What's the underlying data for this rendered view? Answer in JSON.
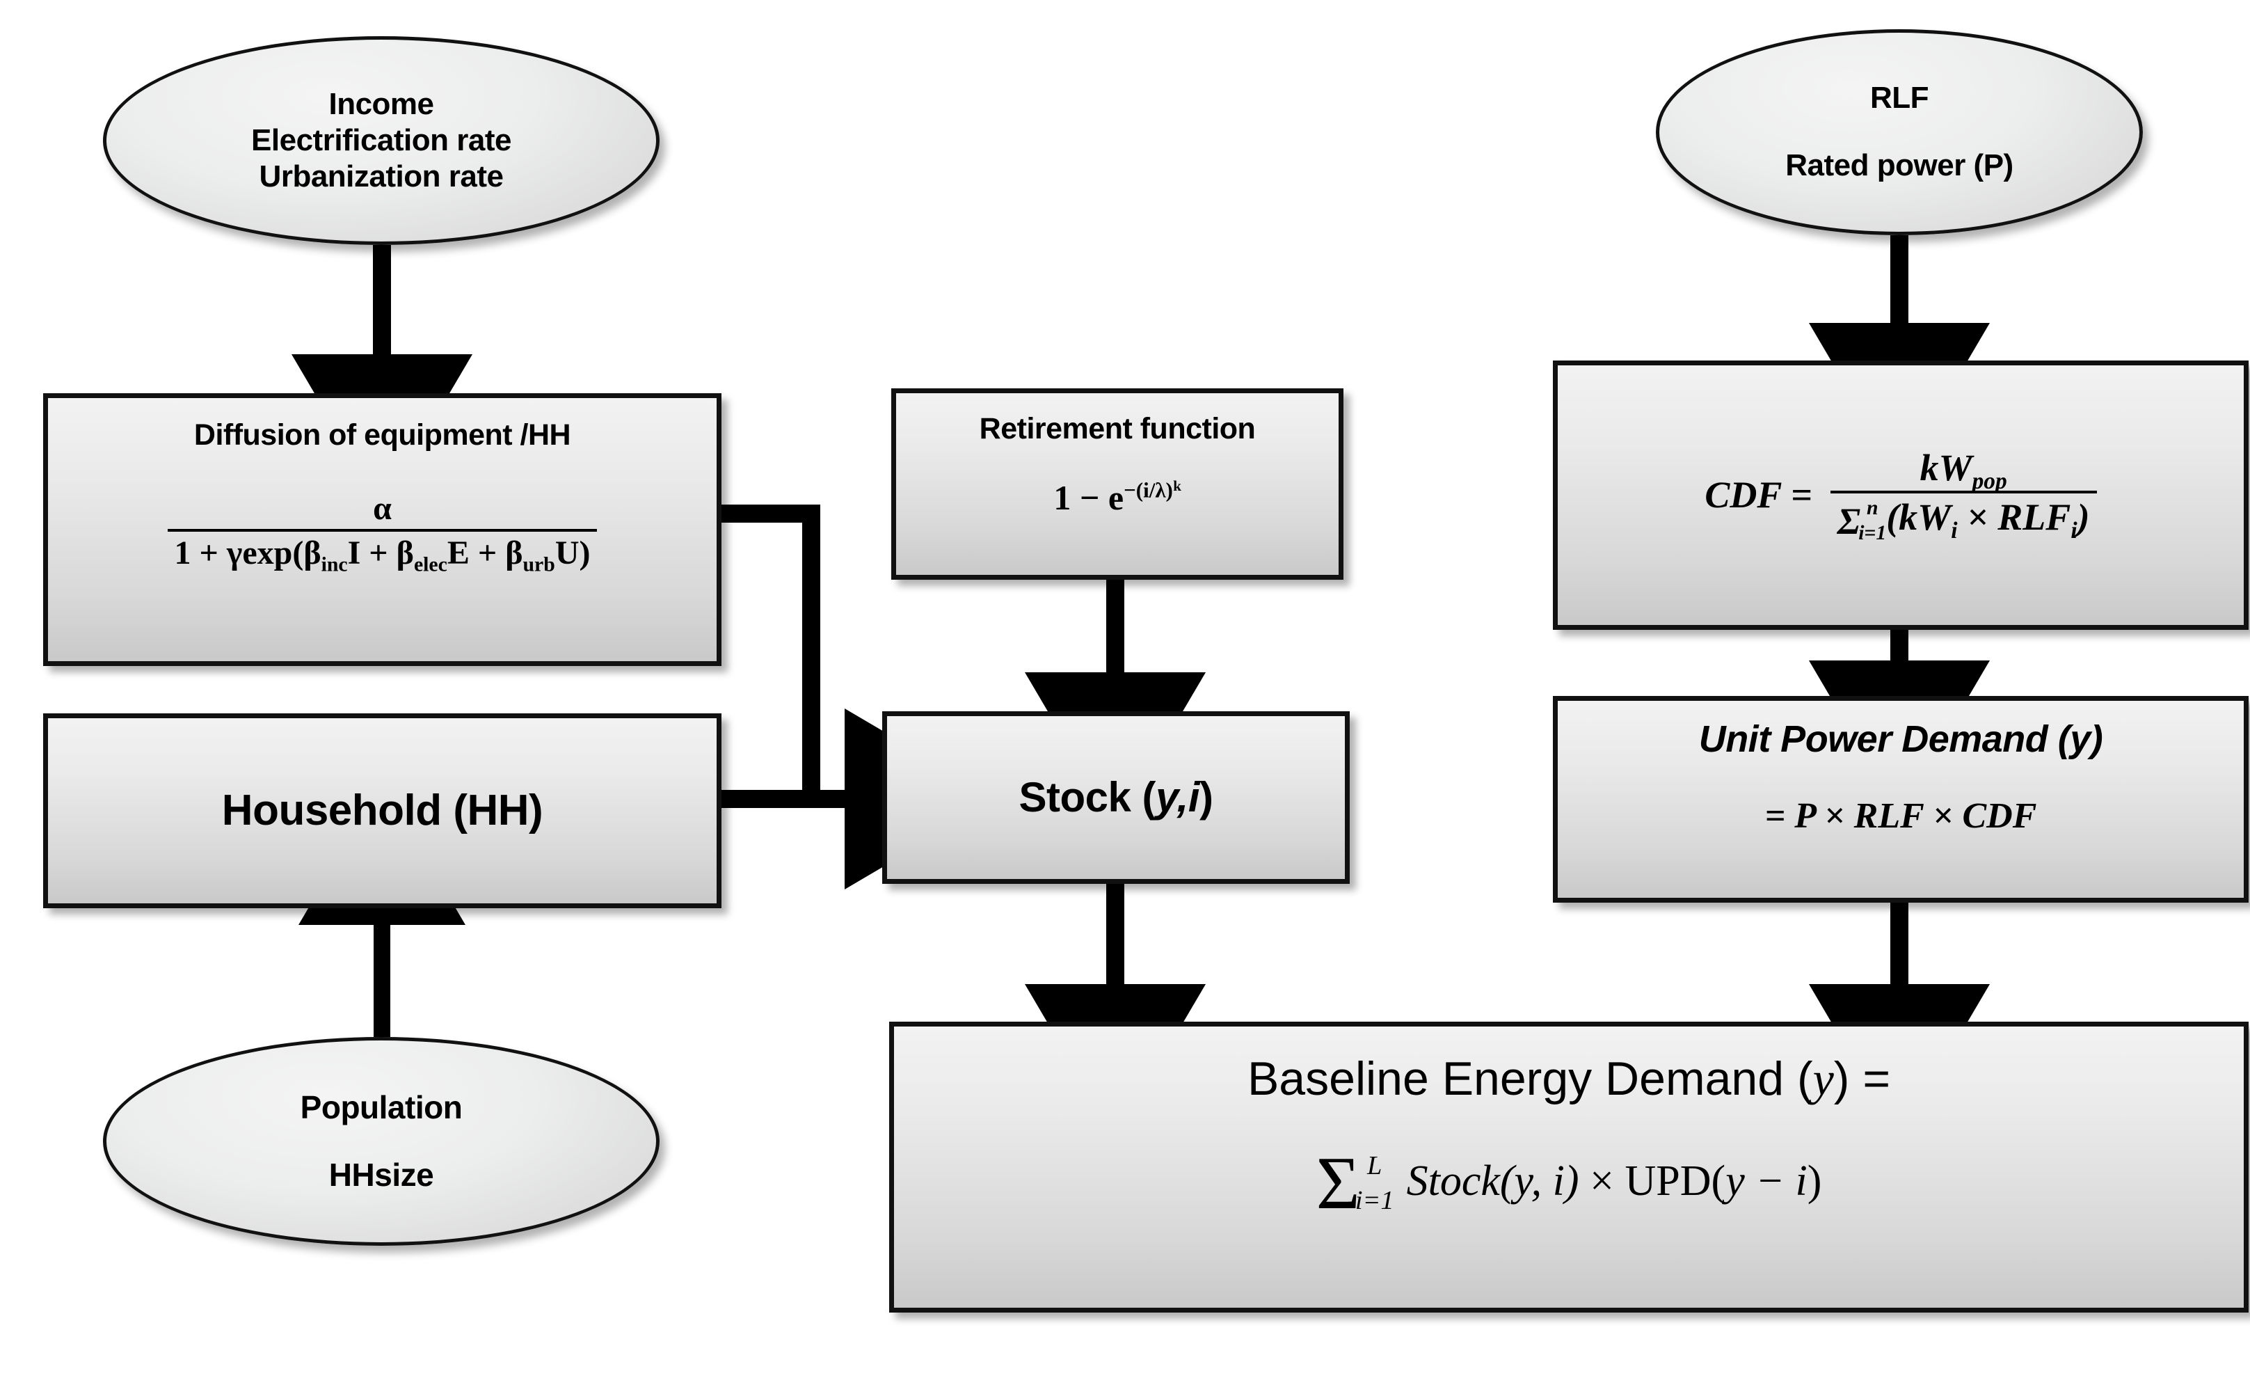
{
  "diagram": {
    "title": "Baseline energy demand model flowchart",
    "colors": {
      "node_fill_top": "#f2f2f2",
      "node_fill_bottom": "#c9c9c9",
      "node_border": "#111111",
      "arrow": "#000000",
      "background": "#ffffff"
    },
    "nodes": {
      "drivers_ellipse": {
        "shape": "ellipse",
        "lines": [
          "Income",
          "Electrification rate",
          "Urbanization rate"
        ]
      },
      "population_ellipse": {
        "shape": "ellipse",
        "lines": [
          "Population",
          "HHsize"
        ]
      },
      "rlf_ellipse": {
        "shape": "ellipse",
        "lines": [
          "RLF",
          "Rated power (P)"
        ]
      },
      "diffusion_box": {
        "shape": "box",
        "title": "Diffusion of equipment /HH",
        "formula": {
          "numerator": "α",
          "denominator_parts": [
            "1 + ",
            "γexp(",
            "β",
            "inc",
            "I + ",
            "β",
            "elec",
            "E + ",
            "β",
            "urb",
            "U)"
          ],
          "plain": "α / (1 + γexp(βinc I + βelec E + βurb U))"
        }
      },
      "household_box": {
        "shape": "box",
        "label": "Household  (HH)"
      },
      "retirement_box": {
        "shape": "box",
        "title": "Retirement function",
        "formula_parts": {
          "base": "1 − e",
          "exponent": "−(i/λ)",
          "exponent_power": "k"
        },
        "plain": "1 − e^−(i/λ)^k"
      },
      "stock_box": {
        "shape": "box",
        "label_plain": "Stock (y,i)",
        "label_prefix": "Stock (",
        "label_italic": "y,i",
        "label_suffix": ")"
      },
      "cdf_box": {
        "shape": "box",
        "lhs": "CDF =",
        "numerator_main": "kW",
        "numerator_sub": "pop",
        "denominator_sigma": "Σ",
        "denominator_sigma_upper": "n",
        "denominator_sigma_lower": "i=1",
        "denominator_body_1": "(kW",
        "denominator_body_sub_1": "i",
        "denominator_body_2": " × RLF",
        "denominator_body_sub_2": "i",
        "denominator_body_3": ")",
        "plain": "CDF = kW_pop / Σ(i=1..n)(kW_i × RLF_i)"
      },
      "upd_box": {
        "shape": "box",
        "title": "Unit Power Demand (y)",
        "formula": "= P × RLF × CDF"
      },
      "baseline_box": {
        "shape": "box",
        "title_prefix": "Baseline Energy Demand (",
        "title_italic": "y",
        "title_suffix": ") =",
        "title_plain": "Baseline Energy Demand (y) =",
        "sum_glyph": "Σ",
        "sum_upper": "L",
        "sum_lower": "i=1",
        "sum_body_italic": "Stock(y, i)",
        "sum_body_times": " × ",
        "sum_body_upd": "UPD(",
        "sum_body_upd_arg": "y − i",
        "sum_body_upd_close": ")",
        "plain": "Σ(i=1..L) Stock(y, i) × UPD(y − i)"
      }
    },
    "edges": [
      {
        "name": "drivers-to-diffusion",
        "from": "drivers_ellipse",
        "to": "diffusion_box",
        "style": "vertical-arrow"
      },
      {
        "name": "population-to-household",
        "from": "population_ellipse",
        "to": "household_box",
        "style": "vertical-arrow-up"
      },
      {
        "name": "diffusion-to-stock",
        "from": "diffusion_box",
        "to": "stock_box",
        "style": "elbow-arrow"
      },
      {
        "name": "household-to-stock",
        "from": "household_box",
        "to": "stock_box",
        "style": "horizontal-arrow"
      },
      {
        "name": "retirement-to-stock",
        "from": "retirement_box",
        "to": "stock_box",
        "style": "vertical-arrow"
      },
      {
        "name": "stock-to-baseline",
        "from": "stock_box",
        "to": "baseline_box",
        "style": "vertical-arrow"
      },
      {
        "name": "rlf-to-cdf",
        "from": "rlf_ellipse",
        "to": "cdf_box",
        "style": "vertical-arrow"
      },
      {
        "name": "cdf-to-upd",
        "from": "cdf_box",
        "to": "upd_box",
        "style": "vertical-arrow"
      },
      {
        "name": "upd-to-baseline",
        "from": "upd_box",
        "to": "baseline_box",
        "style": "vertical-arrow"
      }
    ]
  }
}
